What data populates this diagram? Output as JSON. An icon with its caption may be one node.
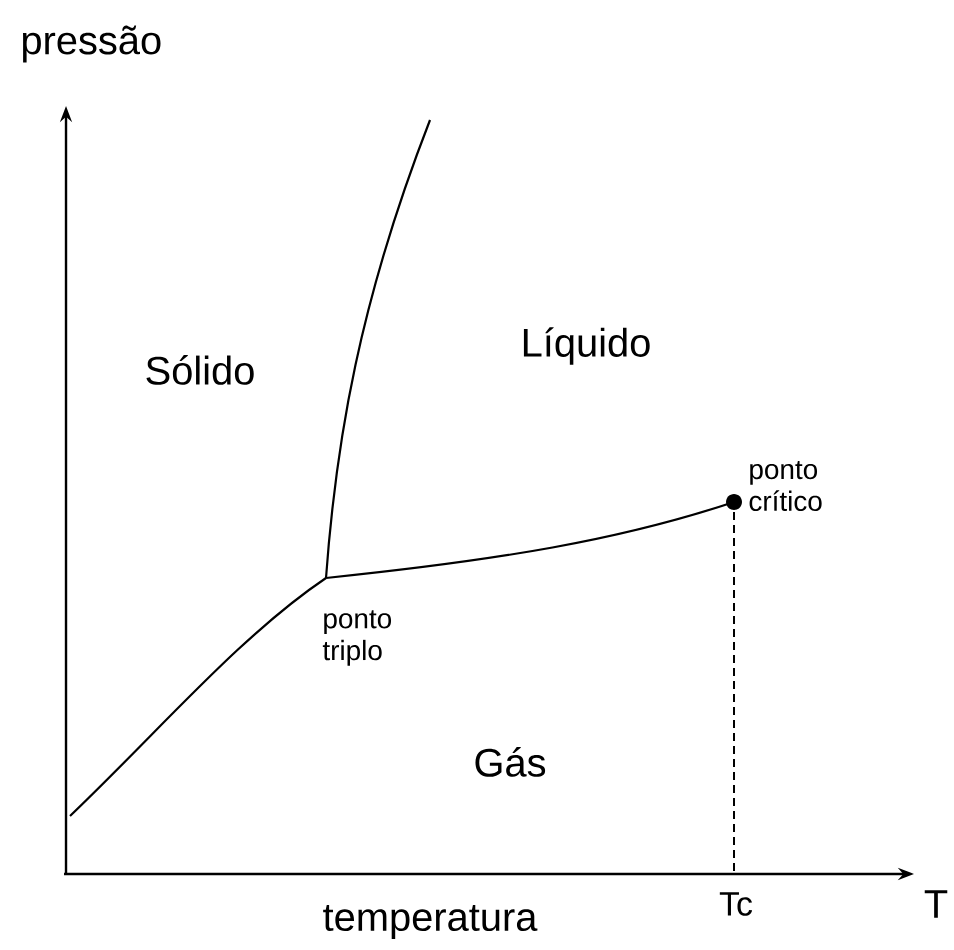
{
  "diagram": {
    "labels": [
      "pressão",
      "Sólido",
      "Líquido",
      "ponto crítico",
      "ponto triplo",
      "Gás",
      "temperatura",
      "Tc",
      "T"
    ]
  }
}
